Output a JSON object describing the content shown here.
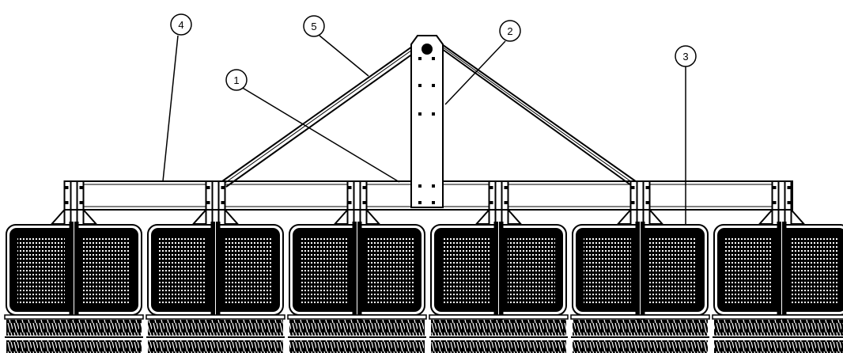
{
  "diagram": {
    "callouts": [
      {
        "id": "c4",
        "label": "4"
      },
      {
        "id": "c5",
        "label": "5"
      },
      {
        "id": "c2",
        "label": "2"
      },
      {
        "id": "c1",
        "label": "1"
      },
      {
        "id": "c3",
        "label": "3"
      }
    ],
    "units": {
      "count": 6
    },
    "colors": {
      "ink": "#000000",
      "paper": "#ffffff"
    }
  }
}
